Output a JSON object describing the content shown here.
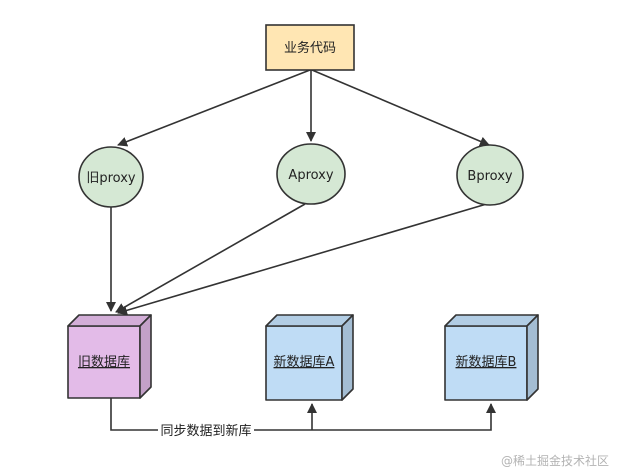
{
  "diagram": {
    "business_code": {
      "label": "业务代码",
      "fill": "#ffe6b3",
      "stroke": "#333333"
    },
    "proxies": [
      {
        "label": "旧proxy",
        "fill": "#d5e8d4",
        "stroke": "#333333"
      },
      {
        "label": "Aproxy",
        "fill": "#d5e8d4",
        "stroke": "#333333"
      },
      {
        "label": "Bproxy",
        "fill": "#d5e8d4",
        "stroke": "#333333"
      }
    ],
    "databases": [
      {
        "label": "旧数据库",
        "fill": "#e3bbe8",
        "stroke": "#333333"
      },
      {
        "label": "新数据库A",
        "fill": "#bfdcf5",
        "stroke": "#333333"
      },
      {
        "label": "新数据库B",
        "fill": "#bfdcf5",
        "stroke": "#333333"
      }
    ],
    "sync_label": "同步数据到新库",
    "edge_color": "#333333"
  },
  "watermark": "@稀土掘金技术社区"
}
